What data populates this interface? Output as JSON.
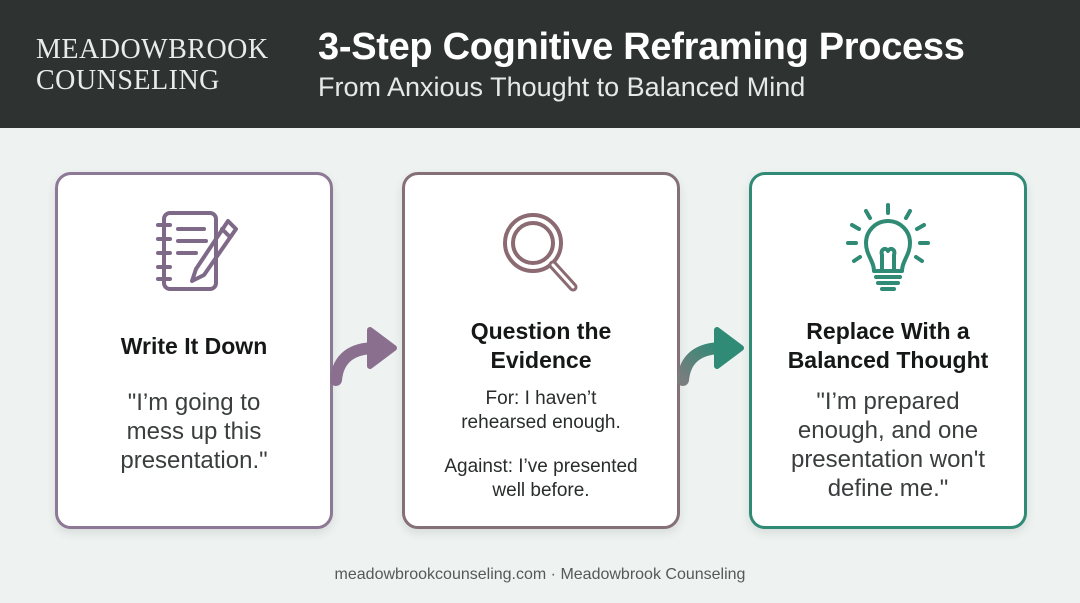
{
  "header": {
    "brand_line1": "MEADOWBROOK",
    "brand_line2": "COUNSELING",
    "title": "3-Step Cognitive Reframing Process",
    "subtitle": "From Anxious Thought to Balanced Mind"
  },
  "steps": [
    {
      "icon": "notepad-pencil-icon",
      "title_line1": "Write It Down",
      "body_lines": [
        "\"I’m going to",
        "mess up this",
        "presentation.\""
      ]
    },
    {
      "icon": "magnifying-glass-icon",
      "title_line1": "Question the",
      "title_line2": "Evidence",
      "for_lines": [
        "For: I haven’t",
        "rehearsed enough."
      ],
      "against_lines": [
        "Against: I’ve presented",
        "well before."
      ]
    },
    {
      "icon": "lightbulb-icon",
      "title_line1": "Replace With a",
      "title_line2": "Balanced Thought",
      "body_lines": [
        "\"I’m prepared",
        "enough, and one",
        "presentation won't",
        "define me.\""
      ]
    }
  ],
  "footer": {
    "text": "meadowbrookcounseling.com · Meadowbrook Counseling"
  },
  "colors": {
    "header_bg": "#2e3332",
    "purple_accent": "#8d7895",
    "teal_accent": "#2f8a76",
    "page_bg": "#eef3f1"
  }
}
